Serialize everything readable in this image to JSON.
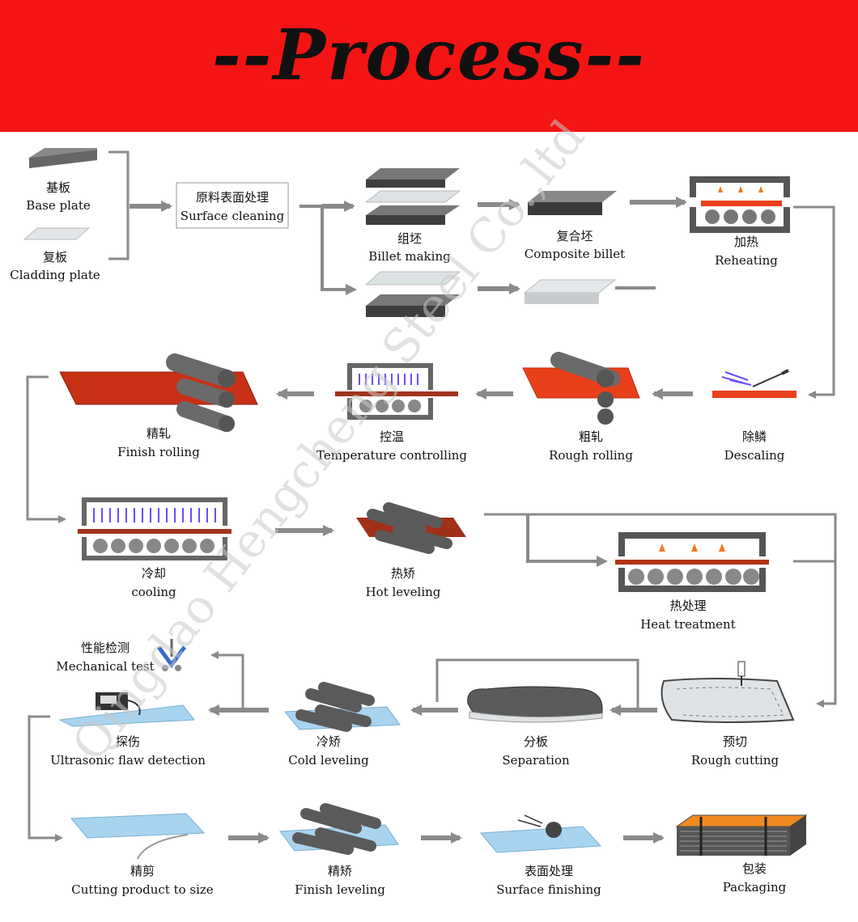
{
  "banner": {
    "title": "--Process--",
    "color": "#f51414"
  },
  "steps": {
    "base_plate": {
      "zh": "基板",
      "en": "Base plate"
    },
    "cladding_plate": {
      "zh": "复板",
      "en": "Cladding plate"
    },
    "surface_cleaning": {
      "zh": "原料表面处理",
      "en": "Surface cleaning"
    },
    "billet_making": {
      "zh": "组坯",
      "en": "Billet making"
    },
    "composite_billet": {
      "zh": "复合坯",
      "en": "Composite billet"
    },
    "reheating": {
      "zh": "加热",
      "en": "Reheating"
    },
    "descaling": {
      "zh": "除鳞",
      "en": "Descaling"
    },
    "rough_rolling": {
      "zh": "粗轧",
      "en": "Rough rolling"
    },
    "temperature_controlling": {
      "zh": "控温",
      "en": "Temperature controlling"
    },
    "finish_rolling": {
      "zh": "精轧",
      "en": "Finish rolling"
    },
    "cooling": {
      "zh": "冷却",
      "en": "cooling"
    },
    "hot_leveling": {
      "zh": "热矫",
      "en": "Hot leveling"
    },
    "heat_treatment": {
      "zh": "热处理",
      "en": "Heat treatment"
    },
    "mechanical_test": {
      "zh": "性能检测",
      "en": "Mechanical test"
    },
    "flaw_detection": {
      "zh": "探伤",
      "en": "Ultrasonic flaw detection"
    },
    "cold_leveling": {
      "zh": "冷矫",
      "en": "Cold leveling"
    },
    "separation": {
      "zh": "分板",
      "en": "Separation"
    },
    "rough_cutting": {
      "zh": "预切",
      "en": "Rough cutting"
    },
    "cutting_to_size": {
      "zh": "精剪",
      "en": "Cutting product to size"
    },
    "finish_leveling": {
      "zh": "精矫",
      "en": "Finish leveling"
    },
    "surface_finishing": {
      "zh": "表面处理",
      "en": "Surface finishing"
    },
    "packaging": {
      "zh": "包装",
      "en": "Packaging"
    }
  },
  "watermark": "Qingdao Hengcheng Steel Co.,ltd",
  "colors": {
    "arrow": "#8a8a8a",
    "steel_dark": "#4a4a4a",
    "steel_light": "#d8dde0",
    "hot_steel": "#e8401a",
    "packaging": "#f08a20",
    "flame": "#f07a20",
    "coolant": "#6a4cff",
    "glass": "#a8d4f0"
  }
}
